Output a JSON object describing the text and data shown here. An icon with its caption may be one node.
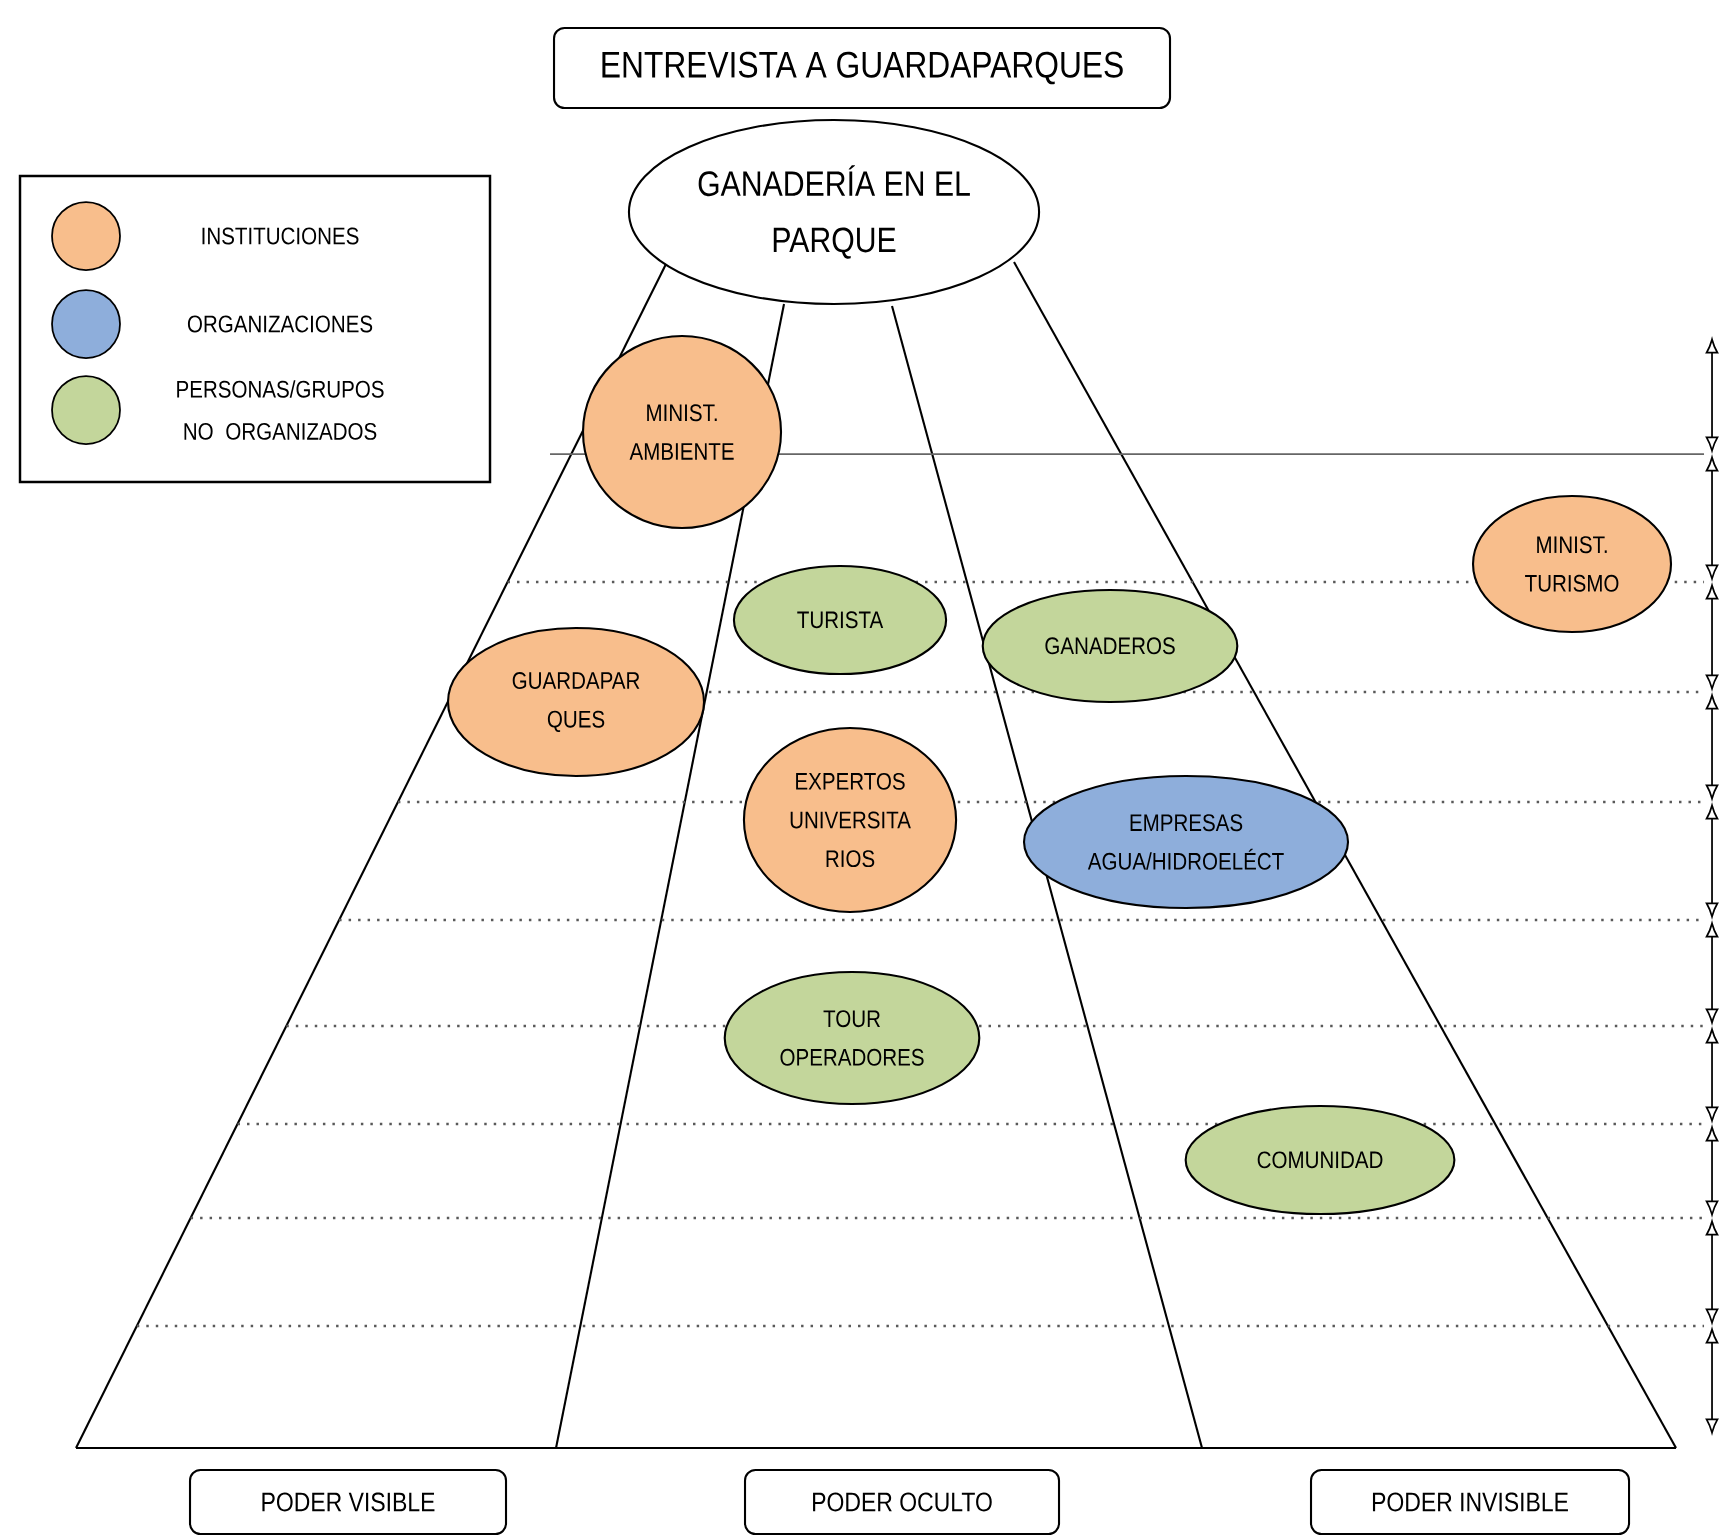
{
  "diagram": {
    "nodes": [
      {
        "text": [
          "ENTREVISTA A GUARDAPARQUES"
        ]
      },
      {
        "text": [
          "GANADERÍA EN EL PARQUE"
        ]
      },
      {
        "text": [
          "MINIST. AMBIENTE"
        ]
      },
      {
        "text": [
          "MINIST. TURISMO"
        ]
      },
      {
        "text": [
          "TURISTA"
        ]
      },
      {
        "text": [
          "GANADEROS"
        ]
      },
      {
        "text": [
          "GUARDAPAR QUES"
        ]
      },
      {
        "text": [
          "EXPERTOS UNIVERSITA RIOS"
        ]
      },
      {
        "text": [
          "EMPRESAS AGUA/HIDROELÉCT"
        ]
      },
      {
        "text": [
          "TOUR OPERADORES"
        ]
      },
      {
        "text": [
          "COMUNIDAD"
        ]
      },
      {
        "text": [
          "PODER VISIBLE"
        ]
      },
      {
        "text": [
          "PODER OCULTO"
        ]
      },
      {
        "text": [
          "PODER INVISIBLE"
        ]
      }
    ],
    "legend": [
      {
        "text": "INSTITUCIONES",
        "color": "#f8be8c"
      },
      {
        "text": "ORGANIZACIONES",
        "color": "#8eaedb"
      },
      {
        "text": "PERSONAS/GRUPOS NO ORGANIZADOS",
        "color": "#c3d69b"
      }
    ]
  }
}
